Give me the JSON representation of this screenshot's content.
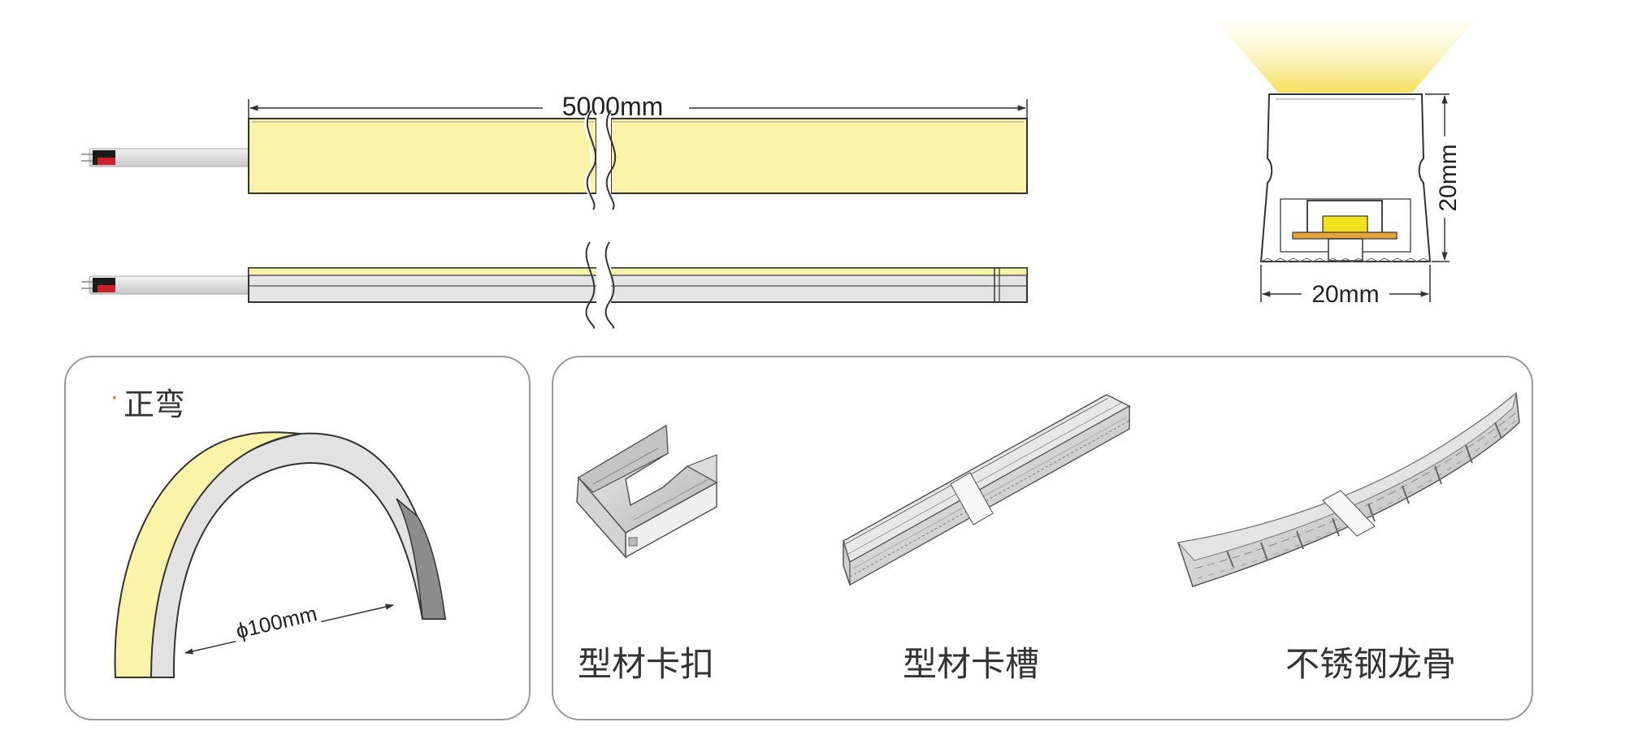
{
  "strip_views": {
    "length_label": "5000mm"
  },
  "cross_section": {
    "height_label": "20mm",
    "width_label": "20mm"
  },
  "bend_panel": {
    "bullet": "·",
    "title": "正弯",
    "diameter_label": "ϕ100mm"
  },
  "accessories_panel": {
    "items": [
      {
        "label": "型材卡扣",
        "icon": "profile-clip-icon"
      },
      {
        "label": "型材卡槽",
        "icon": "profile-channel-icon"
      },
      {
        "label": "不锈钢龙骨",
        "icon": "stainless-steel-keel-icon"
      }
    ]
  },
  "colors": {
    "led_yellow": "#fbf4a8",
    "glow_yellow": "#f7e46a",
    "chip_yellow": "#f2e21e",
    "pcb_orange": "#e6a43c",
    "accent_orange": "#e87722",
    "cable_red": "#c8202a",
    "line_dark": "#333333",
    "panel_border": "#9a9a9a"
  }
}
